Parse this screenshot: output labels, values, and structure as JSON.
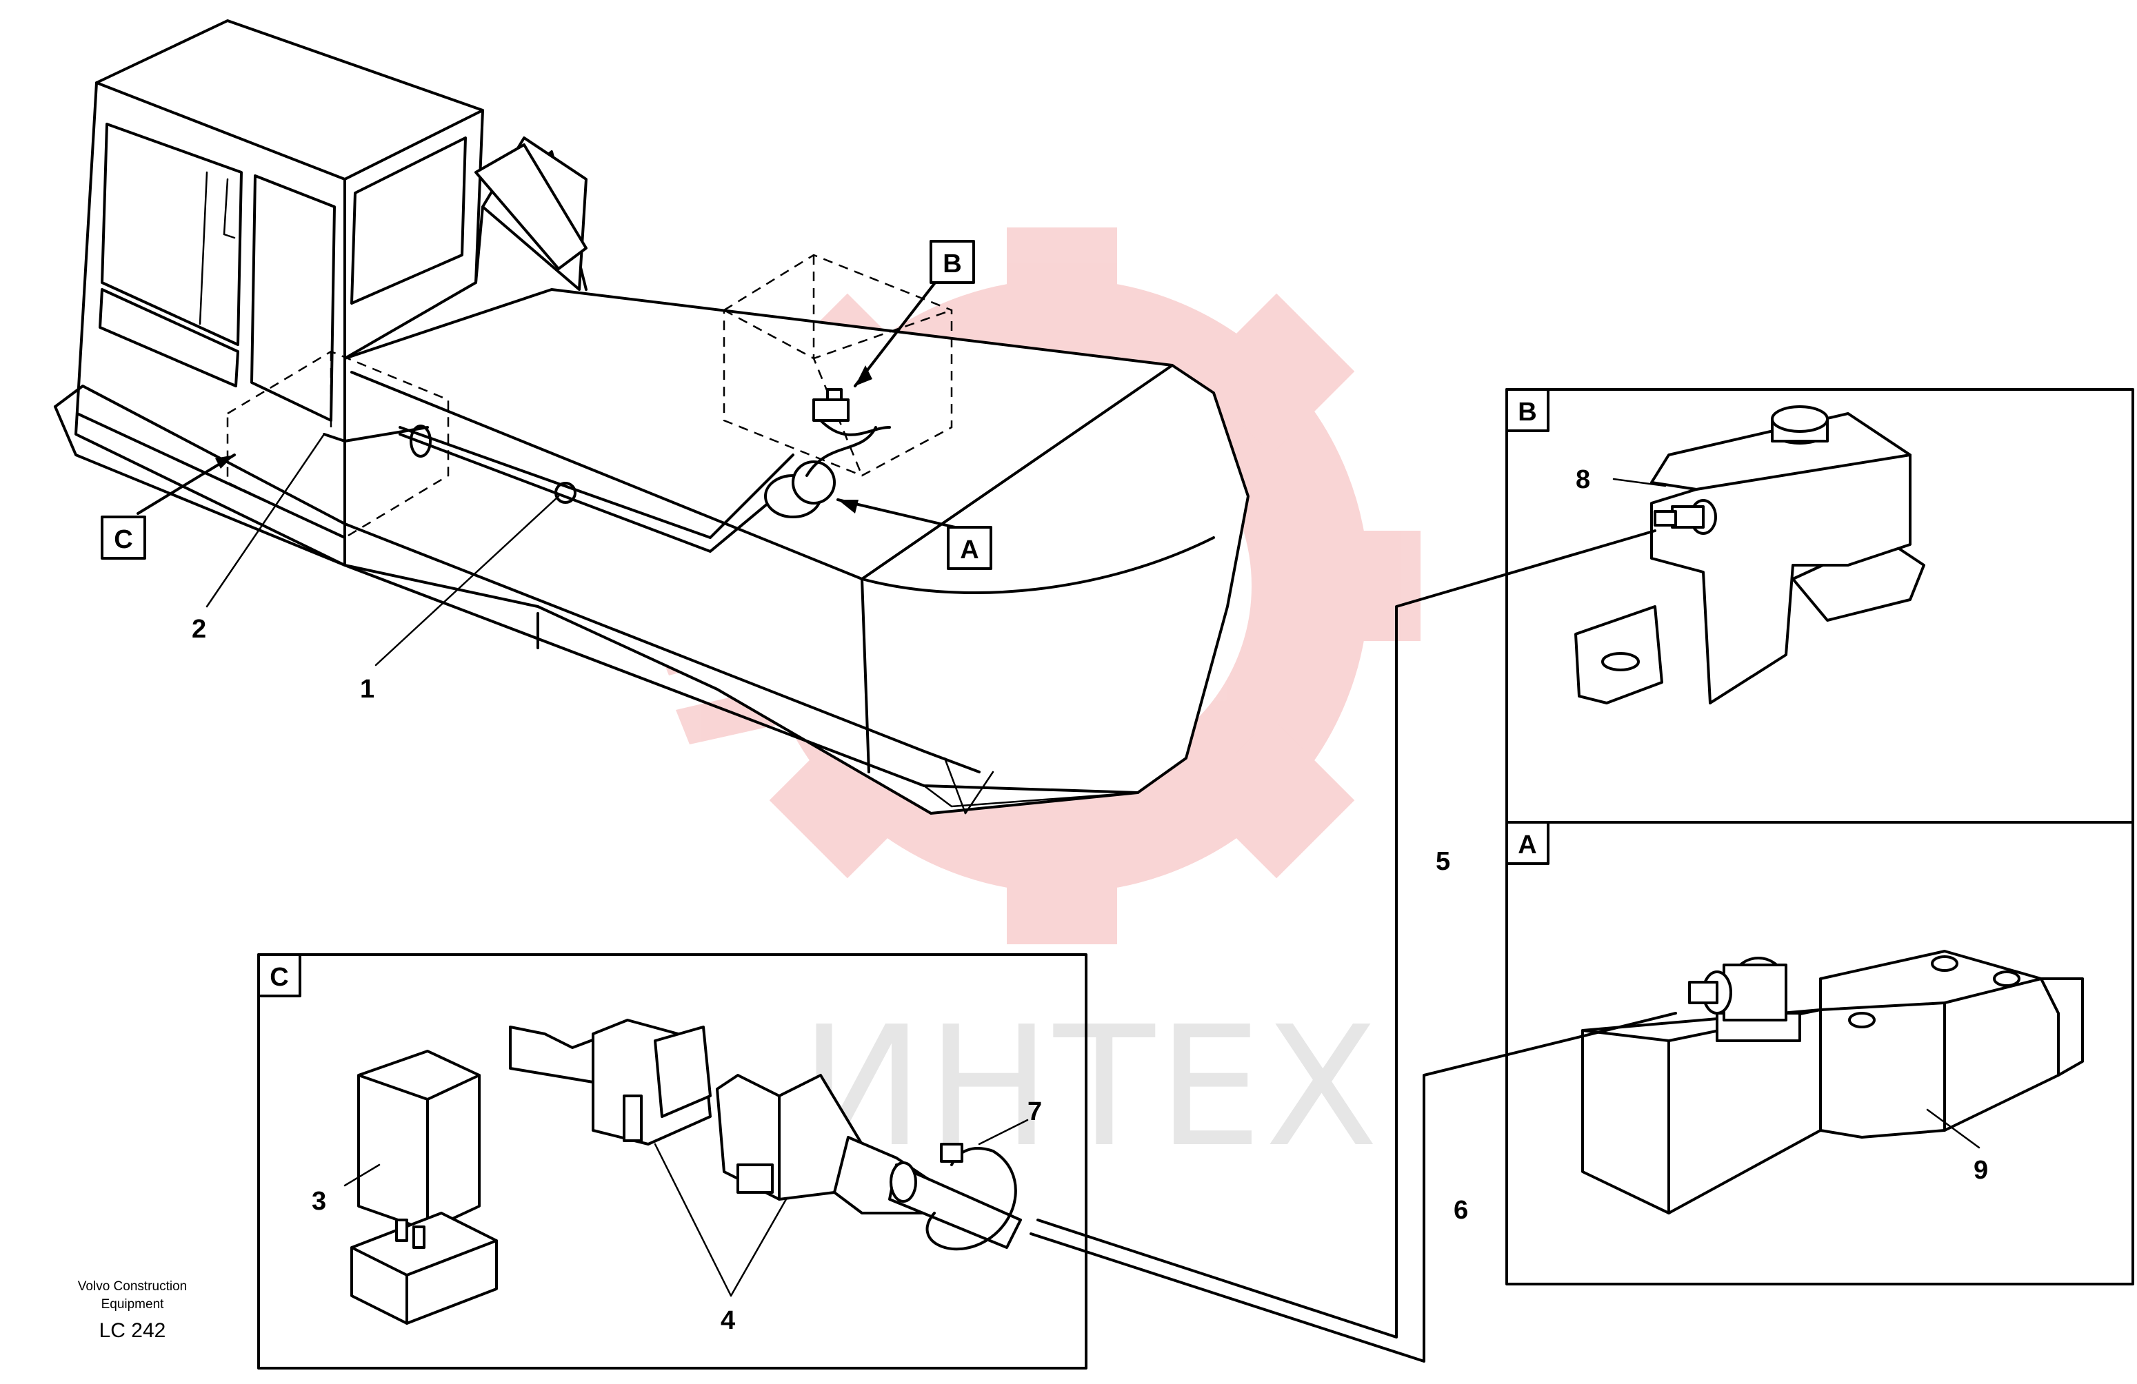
{
  "diagram": {
    "callouts": {
      "a": "A",
      "b": "B",
      "c": "C"
    },
    "part_numbers": [
      "1",
      "2",
      "3",
      "4",
      "5",
      "6",
      "7",
      "8",
      "9"
    ],
    "detail_boxes": {
      "b_label": "B",
      "a_label": "A",
      "c_label": "C"
    },
    "footer": {
      "company_line1": "Volvo Construction",
      "company_line2": "Equipment",
      "code": "LC 242"
    },
    "watermark": {
      "text": "ИНТЕХ",
      "logo": "gear-logo",
      "color": "#f2a3a3"
    }
  }
}
